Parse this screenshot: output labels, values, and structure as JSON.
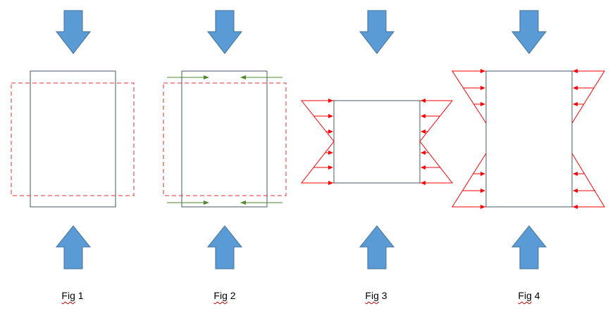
{
  "figures": [
    {
      "id": "fig1",
      "caption_word": "Fig",
      "caption_num": "1"
    },
    {
      "id": "fig2",
      "caption_word": "Fig",
      "caption_num": "2"
    },
    {
      "id": "fig3",
      "caption_word": "Fig",
      "caption_num": "3"
    },
    {
      "id": "fig4",
      "caption_word": "Fig",
      "caption_num": "4"
    }
  ],
  "colors": {
    "load_arrow": "#5b9bd5",
    "load_arrow_edge": "#41719c",
    "specimen_outline": "#44546a",
    "deformed_outline": "#e03030",
    "friction_arrow": "#4e8a2a",
    "stress_distribution": "#ff0000"
  }
}
